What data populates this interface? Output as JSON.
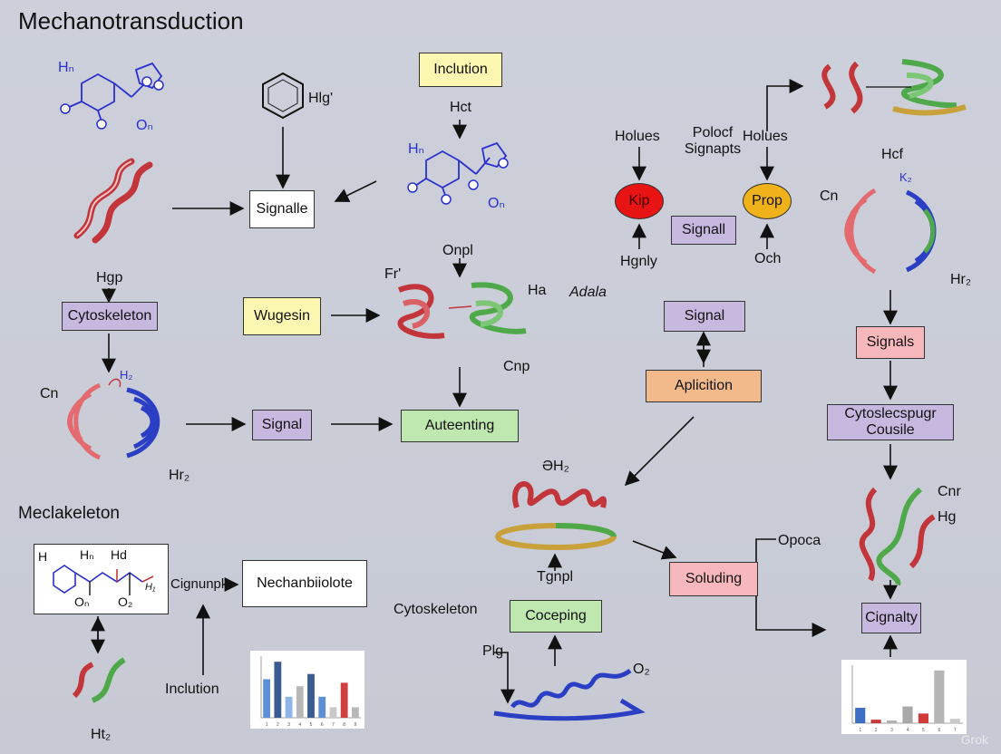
{
  "title": "Mechanotransduction",
  "subtitle": "Meclakeleton",
  "boxes": {
    "inclution_top": "Inclution",
    "signalle": "Signalle",
    "cytoskeleton": "Cytoskeleton",
    "wugesin": "Wugesin",
    "signal_left": "Signal",
    "auteenting": "Auteenting",
    "signall_purple": "Signall",
    "signal_mid": "Signal",
    "aplicition": "Aplicition",
    "signals_pink": "Signals",
    "cytoslecspugr": "Cytoslecspugr Cousile",
    "nechanbiiolote": "Nechanbiiolote",
    "soluding": "Soluding",
    "coceping": "Coceping",
    "cignalty": "Cignalty"
  },
  "ovals": {
    "kip": "Kip",
    "prop": "Prop"
  },
  "labels": {
    "hn_top": "Hₙ",
    "on_top": "Oₙ",
    "hlg": "Hlg'",
    "hct": "Hct",
    "hn_mid": "Hₙ",
    "on_mid": "Oₙ",
    "holues_1": "Holues",
    "polocf": "Polocf Signapts",
    "holues_2": "Holues",
    "hgnly": "Hgnly",
    "och": "Och",
    "hcf": "Hcf",
    "cn_right": "Cn",
    "k2": "K₂",
    "hr2_right": "Hr₂",
    "hgp": "Hgp",
    "onpl": "Onpl",
    "fr": "Fr'",
    "ha": "Ha",
    "adala": "Adala",
    "cnp": "Cnp",
    "cn_left": "Cn",
    "h2_left": "H₂",
    "hr2_left": "Hr₂",
    "gh2": "ƏH₂",
    "cnr": "Cnr",
    "hg": "Hg",
    "opoca": "Opoca",
    "tgnpl": "Tgnpl",
    "cytoskeleton_lbl": "Cytoskeleton",
    "plg": "Plg",
    "o2": "O₂",
    "cignunpl": "Cignunpl",
    "inclution_lbl": "Inclution",
    "ht2": "Ht₂",
    "mol_h": "H",
    "mol_hn": "Hₙ",
    "mol_hd": "Hd",
    "mol_on": "Oₙ",
    "mol_o2": "O₂",
    "mol_h1": "H₁"
  },
  "chart_data": [
    {
      "type": "bar",
      "categories": [
        "1",
        "2",
        "3",
        "4",
        "5",
        "6",
        "7",
        "8",
        "9"
      ],
      "series": [
        {
          "values": [
            1100,
            1600,
            600,
            900,
            1250,
            600,
            300,
            1000,
            300
          ]
        }
      ],
      "colors": [
        "#5b8fd6",
        "#3a5a92",
        "#8fb4e6",
        "#b8b8b8",
        "#3a5a92",
        "#5b8fd6",
        "#c9c9c9",
        "#d04040",
        "#b8b8b8"
      ]
    },
    {
      "type": "bar",
      "categories": [
        "1",
        "2",
        "3",
        "4",
        "5",
        "6",
        "7"
      ],
      "series": [
        {
          "values": [
            350,
            80,
            60,
            380,
            220,
            1200,
            100
          ]
        }
      ],
      "colors": [
        "#3a6fc4",
        "#c43a3a",
        "#b0b0b0",
        "#a8a8a8",
        "#d03a3a",
        "#b5b5b5",
        "#c8c8c8"
      ]
    }
  ],
  "watermark": "Grok",
  "colors": {
    "background": "#c9ccd6",
    "helix_red": "#c2363b",
    "sheet_green": "#4fa94a",
    "sheet_blue": "#2b3fc4",
    "molecule_blue": "#2a2fcf"
  }
}
